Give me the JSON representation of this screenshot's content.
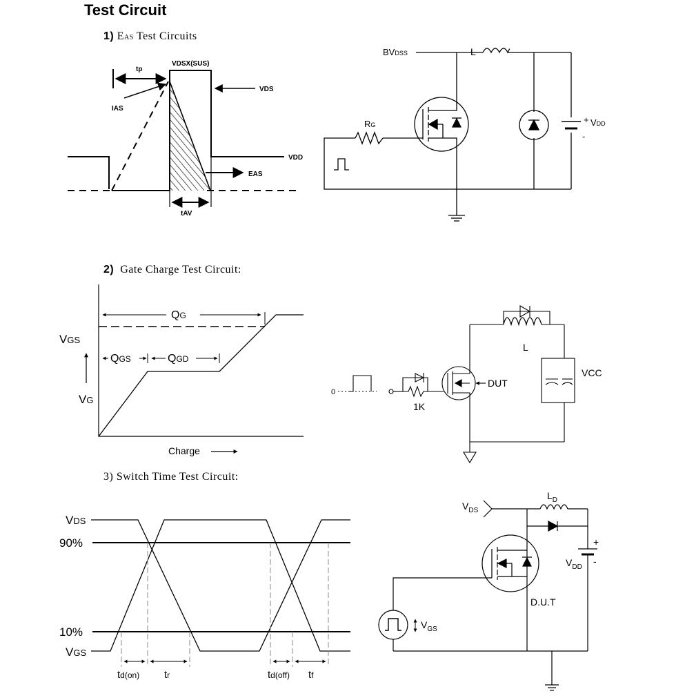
{
  "page": {
    "title": "Test Circuit"
  },
  "section1": {
    "number": "1)",
    "caption_e": "E",
    "caption_sub": "AS",
    "caption_rest": " Test Circuits",
    "waveform": {
      "tp": "tp",
      "vdsx_sus": "VDSX(SUS)",
      "vds": "VDS",
      "ias": "IAS",
      "vdd": "VDD",
      "eas": "EAS",
      "tav": "tAV"
    },
    "circuit": {
      "bvdss": "BV",
      "bvdss_sub": "DSS",
      "inductor": "L",
      "rg": "R",
      "rg_sub": "G",
      "vdd_plus": "+",
      "vdd": "V",
      "vdd_sub": "DD",
      "vdd_minus": "-"
    }
  },
  "section2": {
    "number": "2)",
    "caption": "Gate Charge Test Circuit:",
    "waveform": {
      "qg": "Q",
      "qg_sub": "G",
      "vgs": "V",
      "vgs_sub": "GS",
      "qgs": "Q",
      "qgs_sub": "GS",
      "qgd": "Q",
      "qgd_sub": "GD",
      "vg": "V",
      "vg_sub": "G",
      "charge": "Charge"
    },
    "circuit": {
      "zero": "0",
      "resistor": "1K",
      "dut": "DUT",
      "inductor": "L",
      "vcc": "VCC"
    }
  },
  "section3": {
    "caption": "3) Switch Time Test Circuit:",
    "waveform": {
      "vds": "V",
      "vds_sub": "DS",
      "p90": "90%",
      "p10": "10%",
      "vgs": "V",
      "vgs_sub": "GS",
      "td_on": "t",
      "td_on_sub": "d(on)",
      "tr": "t",
      "tr_sub": "r",
      "td_off": "t",
      "td_off_sub": "d(off)",
      "tf": "t",
      "tf_sub": "f"
    },
    "circuit": {
      "ld": "L",
      "ld_sub": "D",
      "vds": "V",
      "vds_sub": "DS",
      "plus": "+",
      "vdd": "V",
      "vdd_sub": "DD",
      "minus": "-",
      "dut": "D.U.T",
      "vgs": "V",
      "vgs_sub": "GS"
    }
  }
}
